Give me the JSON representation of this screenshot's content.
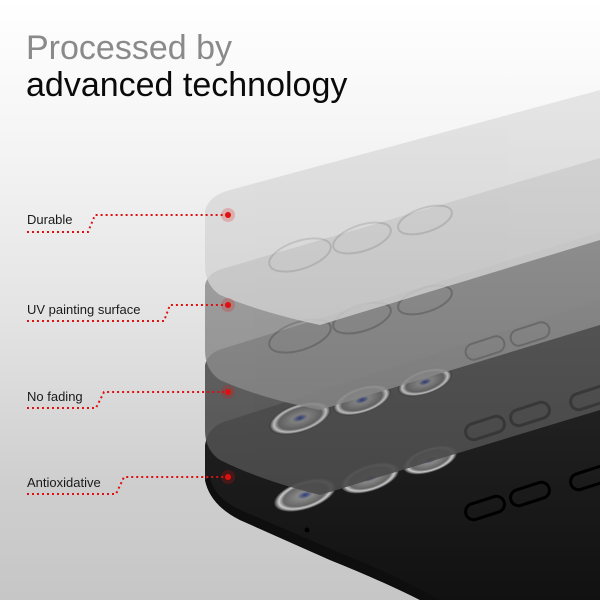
{
  "headline": {
    "line1": "Processed by",
    "line2": "advanced technology"
  },
  "callouts": [
    {
      "label": "Durable",
      "marker_color": "#e01010"
    },
    {
      "label": "UV painting surface",
      "marker_color": "#e01010"
    },
    {
      "label": "No fading",
      "marker_color": "#e01010"
    },
    {
      "label": "Antioxidative",
      "marker_color": "#e01010"
    }
  ],
  "layers": [
    {
      "name": "durable-layer",
      "color": "#d6d6d6"
    },
    {
      "name": "uv-painting-layer",
      "color": "#8e8e8e"
    },
    {
      "name": "no-fading-layer",
      "color": "#555555"
    },
    {
      "name": "antioxidative-layer",
      "color": "#1e1e1e"
    }
  ]
}
